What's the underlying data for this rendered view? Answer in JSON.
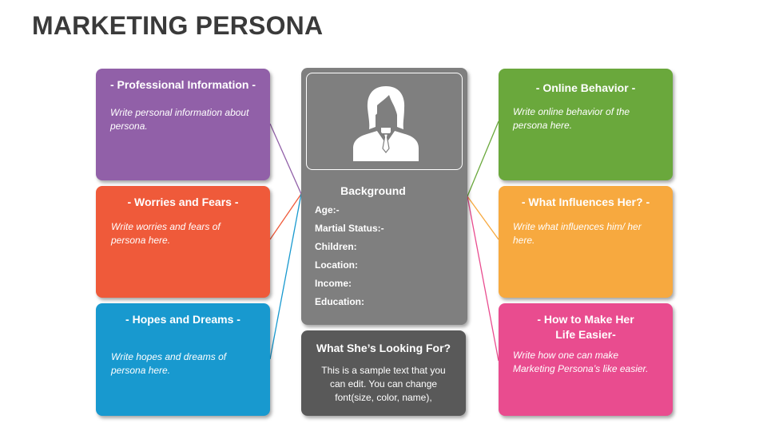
{
  "title": "MARKETING PERSONA",
  "cards": {
    "professional": {
      "title": "- Professional Information -",
      "body": "Write personal information about persona."
    },
    "worries": {
      "title": "- Worries and Fears -",
      "body": "Write worries and fears of persona here."
    },
    "hopes": {
      "title": "- Hopes and Dreams -",
      "body": "Write hopes and dreams of persona here."
    },
    "online": {
      "title": "- Online Behavior -",
      "body": "Write online behavior of the persona here."
    },
    "influences": {
      "title": "- What Influences Her? -",
      "body": "Write what influences him/ her here."
    },
    "easier": {
      "title": "- How to Make Her Life Easier-",
      "body": "Write how one can make Marketing Persona’s like easier."
    }
  },
  "background": {
    "title": "Background",
    "fields": [
      "Age:-",
      "Martial Status:-",
      "Children:",
      "Location:",
      "Income:",
      "Education:"
    ]
  },
  "looking_for": {
    "title": "What She’s Looking For?",
    "body": "This is a sample text that you can edit. You can change font(size, color, name),"
  },
  "icons": {
    "persona": "woman-avatar-icon"
  },
  "colors": {
    "purple": "#9160a8",
    "red": "#ef5a3a",
    "blue": "#1899cf",
    "green": "#6aa83c",
    "orange": "#f7a93f",
    "pink": "#e94c8f",
    "center": "#7f7f7f",
    "looking": "#595959",
    "title": "#3a3a3a"
  }
}
